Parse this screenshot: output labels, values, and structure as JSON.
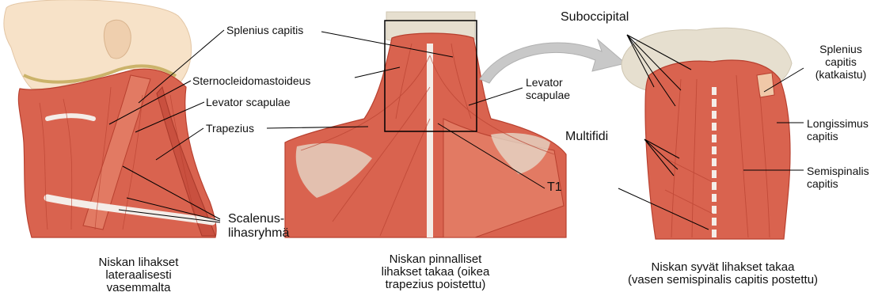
{
  "panels": [
    {
      "caption_lines": [
        "Niskan lihakset",
        "lateraalisesti",
        "vasemmalta"
      ]
    },
    {
      "caption_lines": [
        "Niskan pinnalliset",
        "lihakset takaa (oikea",
        "trapezius poistettu)"
      ]
    },
    {
      "caption_lines": [
        "Niskan syvät lihakset takaa",
        "(vasen semispinalis capitis postettu)"
      ]
    }
  ],
  "labels": {
    "splenius_capitis": "Splenius capitis",
    "sternocleidomastoideus": "Sternocleidomastoideus",
    "levator_scapulae": "Levator scapulae",
    "trapezius": "Trapezius",
    "scalenus": [
      "Scalenus-",
      "lihasryhmä"
    ],
    "levator_scapulae_2": [
      "Levator",
      "scapulae"
    ],
    "t1": "T1",
    "suboccipital": "Suboccipital",
    "multifidi": "Multifidi",
    "splenius_cut": [
      "Splenius",
      "capitis",
      "(katkaistu)"
    ],
    "longissimus": [
      "Longissimus",
      "capitis"
    ],
    "semispinalis": [
      "Semispinalis",
      "capitis"
    ]
  },
  "colors": {
    "muscle": "#d9634f",
    "muscle_dark": "#b8402f",
    "muscle_light": "#ec9b86",
    "bone": "#e6dfcf",
    "skin": "#f7e2c8",
    "tendon": "#f4ede8",
    "arrow": "#c8c8c8",
    "leader": "#000000"
  }
}
